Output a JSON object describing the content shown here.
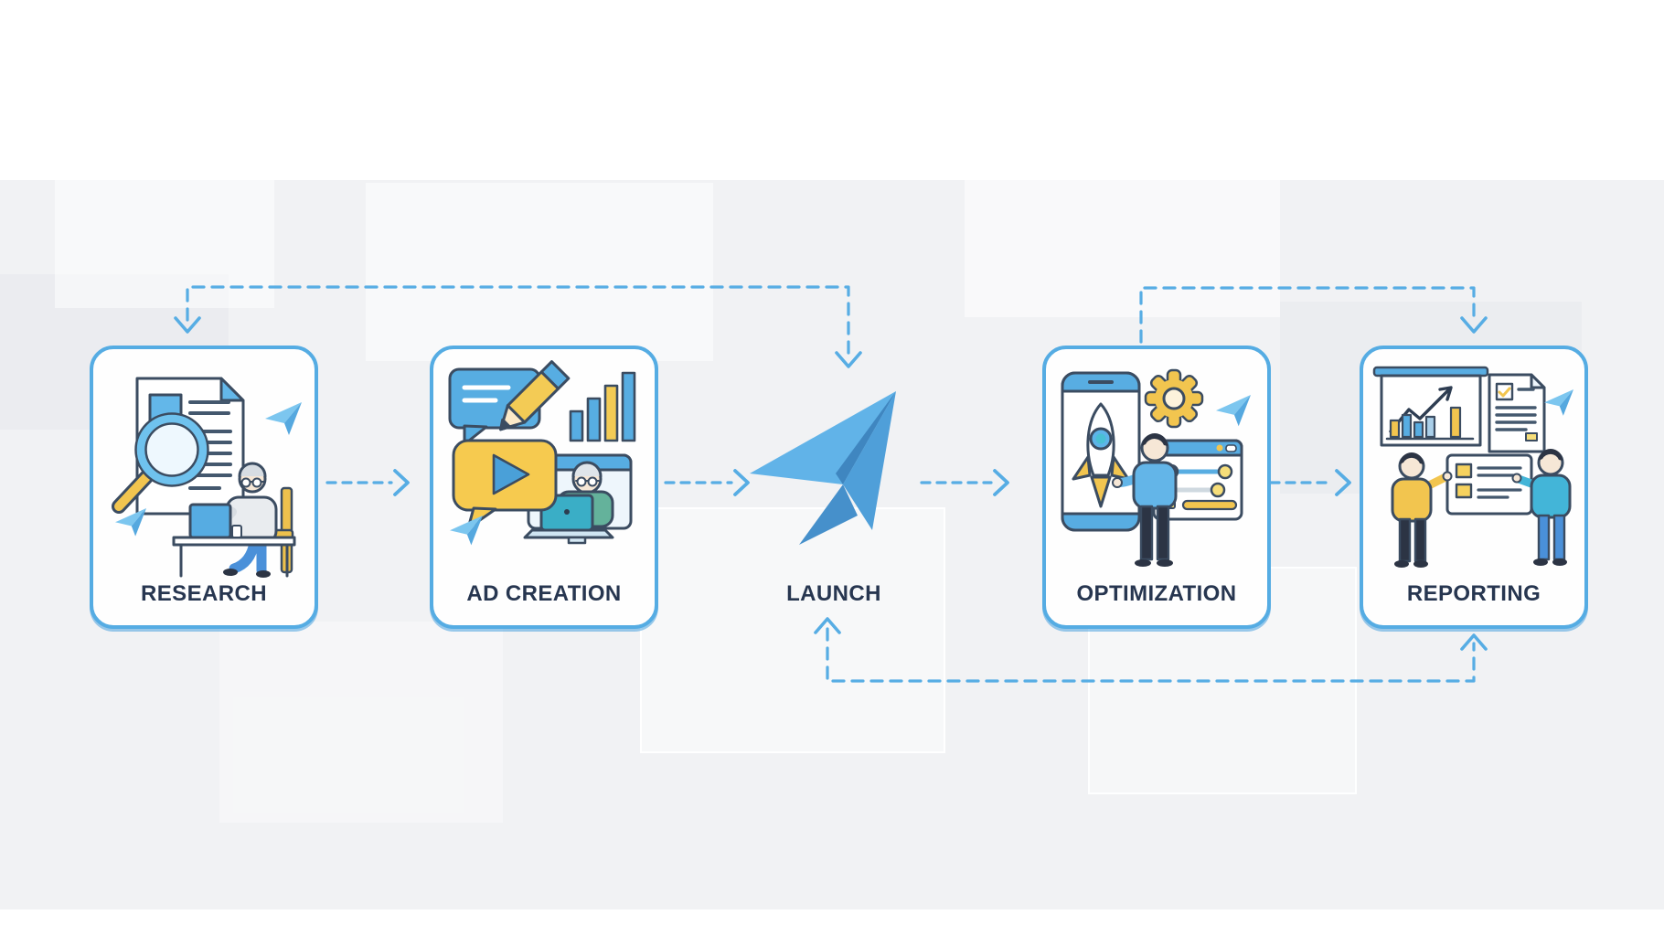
{
  "diagram": {
    "name": "ad-campaign-process-flow",
    "stages": [
      {
        "id": "research",
        "label": "RESEARCH",
        "kind": "card",
        "icons": [
          "document-icon",
          "magnifier-icon",
          "paper-plane-icon",
          "person-at-desk-icon"
        ]
      },
      {
        "id": "ad-creation",
        "label": "AD CREATION",
        "kind": "card",
        "icons": [
          "speech-bubble-pencil-icon",
          "bar-chart-icon",
          "video-play-bubble-icon",
          "monitor-person-icon",
          "paper-plane-icon"
        ]
      },
      {
        "id": "launch",
        "label": "LAUNCH",
        "kind": "plane",
        "icons": [
          "paper-plane-icon"
        ]
      },
      {
        "id": "optimization",
        "label": "OPTIMIZATION",
        "kind": "card",
        "icons": [
          "phone-rocket-icon",
          "gear-icon",
          "paper-plane-icon",
          "settings-sliders-icon",
          "person-icon"
        ]
      },
      {
        "id": "reporting",
        "label": "REPORTING",
        "kind": "card",
        "icons": [
          "presentation-chart-icon",
          "report-document-icon",
          "paper-plane-icon",
          "checklist-panel-icon",
          "two-presenters-icon"
        ]
      }
    ],
    "connectors": [
      {
        "from": "research",
        "to": "ad-creation",
        "type": "dashed-arrow",
        "direction": "right"
      },
      {
        "from": "ad-creation",
        "to": "launch",
        "type": "dashed-arrow",
        "direction": "right"
      },
      {
        "from": "launch",
        "to": "optimization",
        "type": "dashed-arrow",
        "direction": "right"
      },
      {
        "from": "optimization",
        "to": "reporting",
        "type": "dashed-arrow",
        "direction": "right"
      },
      {
        "from": "research",
        "to": "launch",
        "type": "dashed-elbow",
        "path": "top",
        "arrowheads": "down-both-ends"
      },
      {
        "from": "optimization",
        "to": "reporting",
        "type": "dashed-elbow",
        "path": "top",
        "arrowheads": "down-at-reporting"
      },
      {
        "from": "reporting",
        "to": "launch",
        "type": "dashed-elbow",
        "path": "bottom",
        "arrowheads": "up-both-ends"
      }
    ],
    "colors": {
      "accent_border": "#55ace3",
      "dashed_line": "#57ade4",
      "label_text": "#273650",
      "plane_blue": "#54a8e0",
      "highlight_yellow": "#f2c54f",
      "card_background": "#fefefe",
      "band_background": "#f1f2f4",
      "page_background": "#ffffff"
    }
  }
}
